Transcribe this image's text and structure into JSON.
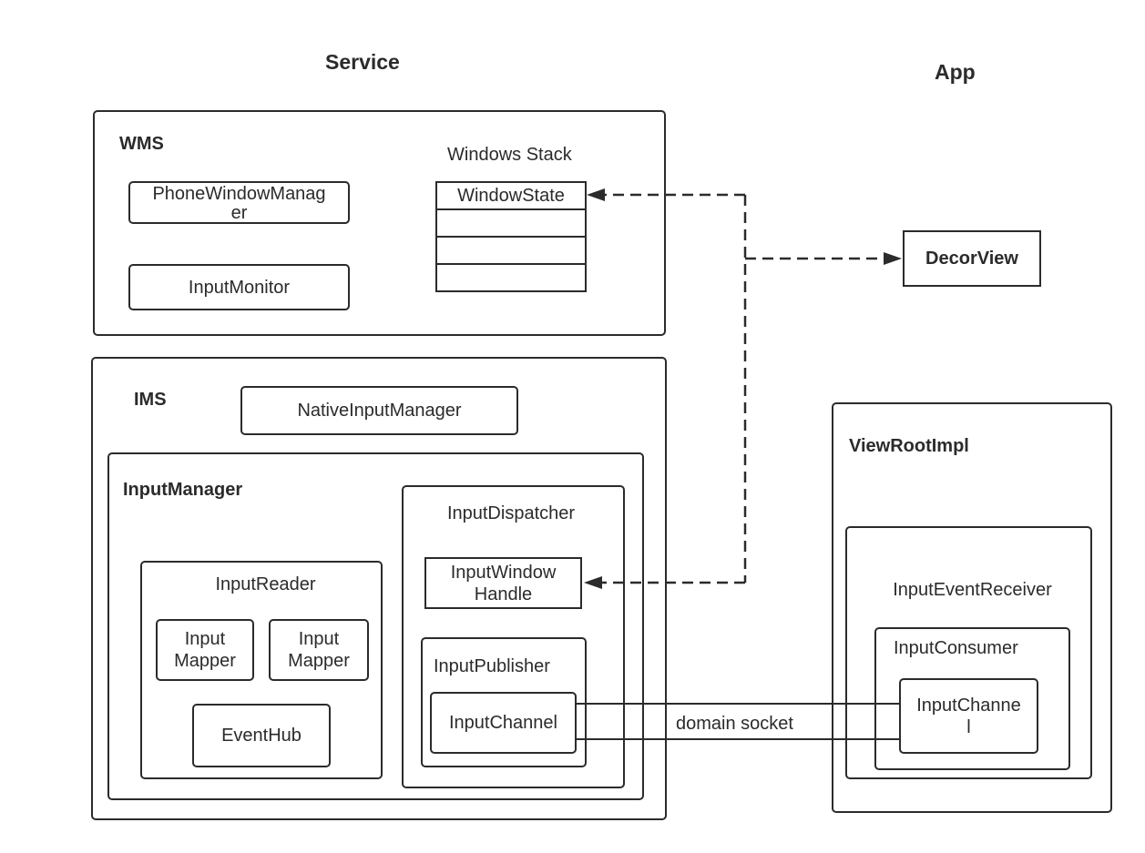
{
  "headings": {
    "service": "Service",
    "app": "App"
  },
  "wms": {
    "label": "WMS",
    "phone_window_manager": [
      "PhoneWindowManag",
      "er"
    ],
    "input_monitor": "InputMonitor",
    "windows_stack_label": "Windows Stack",
    "window_state": "WindowState"
  },
  "ims": {
    "label": "IMS",
    "native_input_manager": "NativeInputManager",
    "input_manager_label": "InputManager",
    "input_reader": {
      "label": "InputReader",
      "mapper1": [
        "Input",
        "Mapper"
      ],
      "mapper2": [
        "Input",
        "Mapper"
      ],
      "event_hub": "EventHub"
    },
    "input_dispatcher": {
      "label": "InputDispatcher",
      "input_window_handle": [
        "InputWindow",
        "Handle"
      ],
      "input_publisher_label": "InputPublisher",
      "input_channel": "InputChannel"
    }
  },
  "app": {
    "decor_view": "DecorView",
    "view_root_impl": "ViewRootImpl",
    "input_event_receiver": "InputEventReceiver",
    "input_consumer": "InputConsumer",
    "input_channel": [
      "InputChanne",
      "l"
    ]
  },
  "connections": {
    "domain_socket_label": "domain socket"
  }
}
